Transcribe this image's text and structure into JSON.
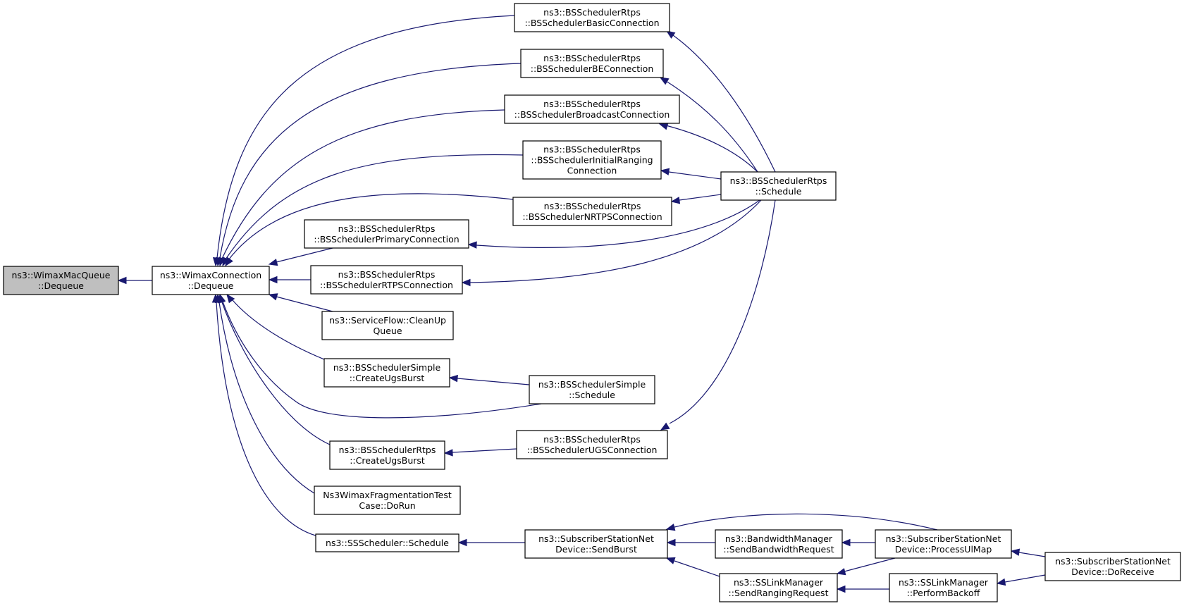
{
  "nodes": {
    "n_wmq": {
      "lines": [
        "ns3::WimaxMacQueue",
        "::Dequeue"
      ],
      "highlighted": true
    },
    "n_wc": {
      "lines": [
        "ns3::WimaxConnection",
        "::Dequeue"
      ]
    },
    "n_basic": {
      "lines": [
        "ns3::BSSchedulerRtps",
        "::BSSchedulerBasicConnection"
      ]
    },
    "n_be": {
      "lines": [
        "ns3::BSSchedulerRtps",
        "::BSSchedulerBEConnection"
      ]
    },
    "n_bcast": {
      "lines": [
        "ns3::BSSchedulerRtps",
        "::BSSchedulerBroadcastConnection"
      ]
    },
    "n_init": {
      "lines": [
        "ns3::BSSchedulerRtps",
        "::BSSchedulerInitialRanging",
        "Connection"
      ]
    },
    "n_nrtps": {
      "lines": [
        "ns3::BSSchedulerRtps",
        "::BSSchedulerNRTPSConnection"
      ]
    },
    "n_primary": {
      "lines": [
        "ns3::BSSchedulerRtps",
        "::BSSchedulerPrimaryConnection"
      ]
    },
    "n_rtpsc": {
      "lines": [
        "ns3::BSSchedulerRtps",
        "::BSSchedulerRTPSConnection"
      ]
    },
    "n_sfclean": {
      "lines": [
        "ns3::ServiceFlow::CleanUp",
        "Queue"
      ]
    },
    "n_simpleugs": {
      "lines": [
        "ns3::BSSchedulerSimple",
        "::CreateUgsBurst"
      ]
    },
    "n_rtpsugs": {
      "lines": [
        "ns3::BSSchedulerRtps",
        "::CreateUgsBurst"
      ]
    },
    "n_frag": {
      "lines": [
        "Ns3WimaxFragmentationTest",
        "Case::DoRun"
      ]
    },
    "n_ssched": {
      "lines": [
        "ns3::SSScheduler::Schedule"
      ]
    },
    "n_rtpssch": {
      "lines": [
        "ns3::BSSchedulerRtps",
        "::Schedule"
      ]
    },
    "n_simplesch": {
      "lines": [
        "ns3::BSSchedulerSimple",
        "::Schedule"
      ]
    },
    "n_ugsconn": {
      "lines": [
        "ns3::BSSchedulerRtps",
        "::BSSchedulerUGSConnection"
      ]
    },
    "n_sendburst": {
      "lines": [
        "ns3::SubscriberStationNet",
        "Device::SendBurst"
      ]
    },
    "n_bwreq": {
      "lines": [
        "ns3::BandwidthManager",
        "::SendBandwidthRequest"
      ]
    },
    "n_ranging": {
      "lines": [
        "ns3::SSLinkManager",
        "::SendRangingRequest"
      ]
    },
    "n_ulmap": {
      "lines": [
        "ns3::SubscriberStationNet",
        "Device::ProcessUlMap"
      ]
    },
    "n_backoff": {
      "lines": [
        "ns3::SSLinkManager",
        "::PerformBackoff"
      ]
    },
    "n_dorecv": {
      "lines": [
        "ns3::SubscriberStationNet",
        "Device::DoReceive"
      ]
    }
  },
  "edges": [
    {
      "from": "n_wc",
      "to": "n_wmq"
    },
    {
      "from": "n_basic",
      "to": "n_wc"
    },
    {
      "from": "n_be",
      "to": "n_wc"
    },
    {
      "from": "n_bcast",
      "to": "n_wc"
    },
    {
      "from": "n_init",
      "to": "n_wc"
    },
    {
      "from": "n_nrtps",
      "to": "n_wc"
    },
    {
      "from": "n_primary",
      "to": "n_wc"
    },
    {
      "from": "n_rtpsc",
      "to": "n_wc"
    },
    {
      "from": "n_sfclean",
      "to": "n_wc"
    },
    {
      "from": "n_simpleugs",
      "to": "n_wc"
    },
    {
      "from": "n_simplesch",
      "to": "n_wc"
    },
    {
      "from": "n_rtpsugs",
      "to": "n_wc"
    },
    {
      "from": "n_frag",
      "to": "n_wc"
    },
    {
      "from": "n_ssched",
      "to": "n_wc"
    },
    {
      "from": "n_rtpssch",
      "to": "n_basic"
    },
    {
      "from": "n_rtpssch",
      "to": "n_be"
    },
    {
      "from": "n_rtpssch",
      "to": "n_bcast"
    },
    {
      "from": "n_rtpssch",
      "to": "n_init"
    },
    {
      "from": "n_rtpssch",
      "to": "n_nrtps"
    },
    {
      "from": "n_rtpssch",
      "to": "n_primary"
    },
    {
      "from": "n_rtpssch",
      "to": "n_rtpsc"
    },
    {
      "from": "n_rtpssch",
      "to": "n_ugsconn"
    },
    {
      "from": "n_simplesch",
      "to": "n_simpleugs"
    },
    {
      "from": "n_ugsconn",
      "to": "n_rtpsugs"
    },
    {
      "from": "n_sendburst",
      "to": "n_ssched"
    },
    {
      "from": "n_ulmap",
      "to": "n_sendburst"
    },
    {
      "from": "n_bwreq",
      "to": "n_sendburst"
    },
    {
      "from": "n_ranging",
      "to": "n_sendburst"
    },
    {
      "from": "n_ulmap",
      "to": "n_bwreq"
    },
    {
      "from": "n_ulmap",
      "to": "n_ranging"
    },
    {
      "from": "n_backoff",
      "to": "n_ranging"
    },
    {
      "from": "n_dorecv",
      "to": "n_ulmap"
    },
    {
      "from": "n_dorecv",
      "to": "n_backoff"
    }
  ],
  "colors": {
    "edge": "#191970",
    "node_border": "#000000",
    "node_fill": "#ffffff",
    "highlight_fill": "#bfbfbf"
  }
}
